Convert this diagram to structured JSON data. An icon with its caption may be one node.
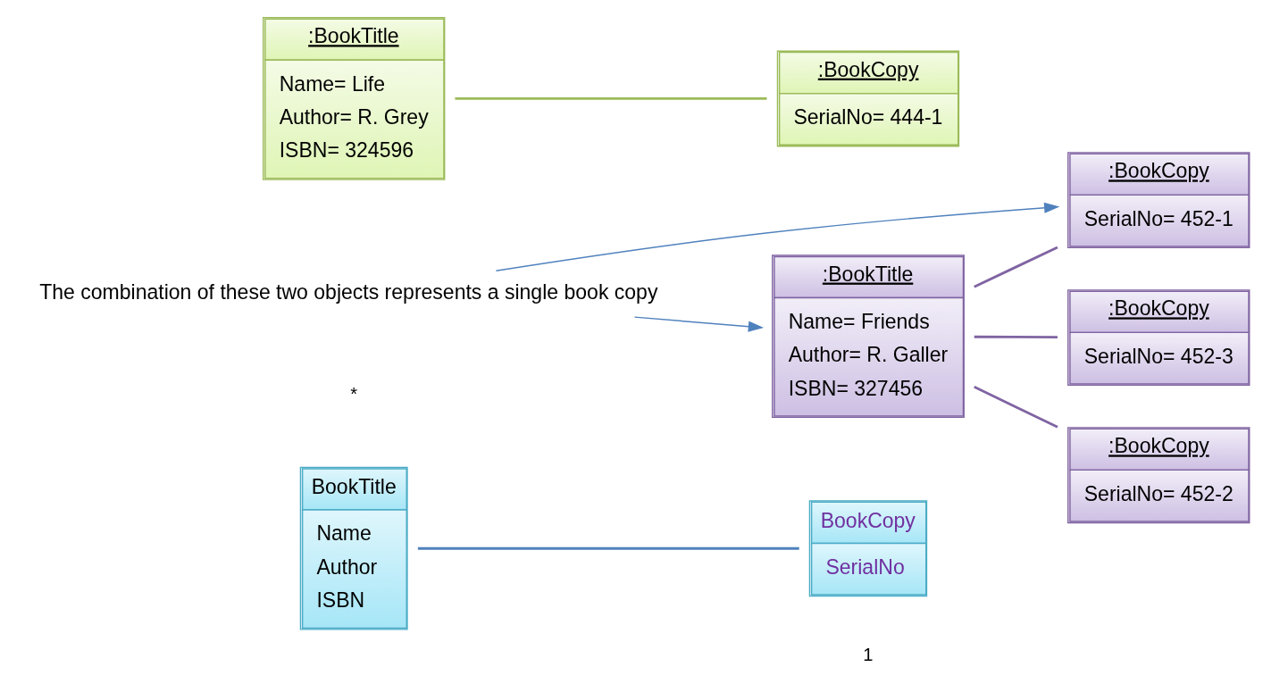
{
  "diagram": {
    "nodes": [
      {
        "text": [
          "BookTitle",
          "Name",
          "Author",
          "ISBN"
        ]
      },
      {
        "text": [
          "BookCopy",
          "SerialNo"
        ]
      },
      {
        "text": [
          "The combination of these two objects represents a single book copy"
        ]
      },
      {
        "text": [
          ":BookTitle",
          "Name= Friends",
          "Author= R. Galler",
          "ISBN= 327456"
        ]
      },
      {
        "text": [
          ":BookCopy",
          "SerialNo= 452-1"
        ]
      },
      {
        "text": [
          ":BookCopy",
          "SerialNo= 452-3"
        ]
      },
      {
        "text": [
          ":BookCopy",
          "SerialNo= 452-2"
        ]
      },
      {
        "text": [
          ":BookTitle",
          "Name= Life",
          "Author= R. Grey",
          "ISBN= 324596"
        ]
      },
      {
        "text": [
          ":BookCopy",
          "SerialNo= 444-1"
        ]
      }
    ],
    "edges": [
      {
        "from": 0,
        "to": 1,
        "arrow": "none"
      },
      {
        "from": 2,
        "to": 3,
        "arrow": "to"
      },
      {
        "from": 2,
        "to": 4,
        "arrow": "to"
      },
      {
        "from": 3,
        "to": 4,
        "arrow": "none",
        "color": "#8064a2"
      },
      {
        "from": 3,
        "to": 5,
        "arrow": "none",
        "color": "#8064a2"
      },
      {
        "from": 3,
        "to": 6,
        "arrow": "none",
        "color": "#8064a2"
      },
      {
        "from": 7,
        "to": 8,
        "arrow": "none",
        "color": "#9bbb59"
      }
    ],
    "labels": [
      "1",
      "*"
    ]
  }
}
